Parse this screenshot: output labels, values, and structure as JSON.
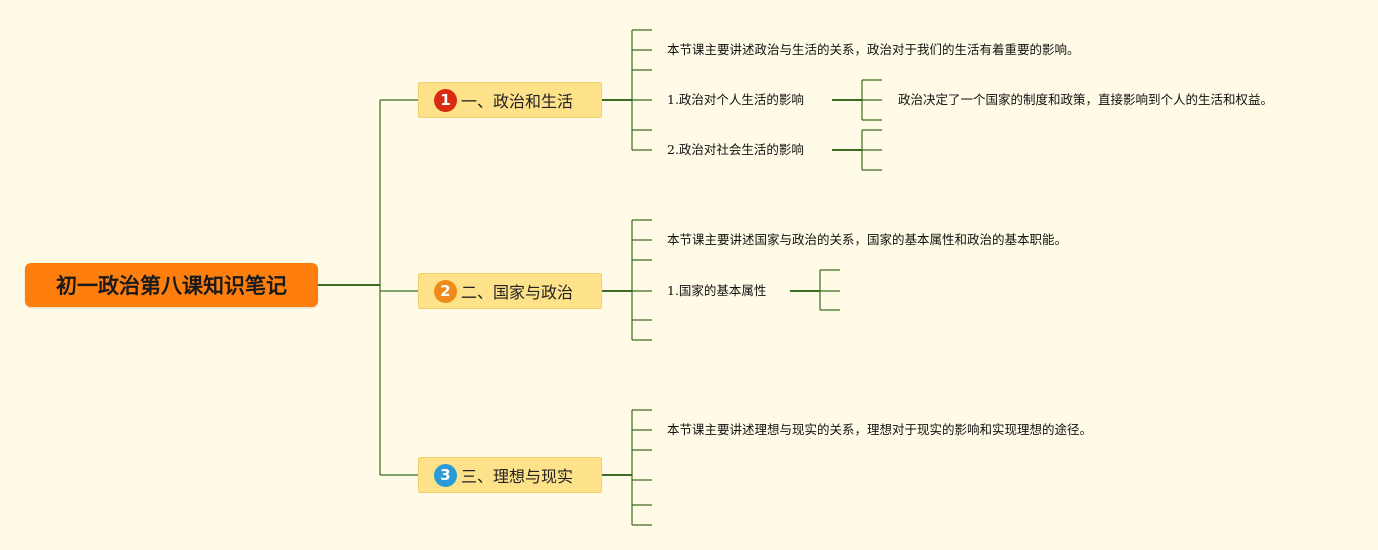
{
  "root": {
    "label": "初一政治第八课知识笔记"
  },
  "topics": [
    {
      "marker": "1",
      "label": "一、政治和生活",
      "summary": "本节课主要讲述政治与生活的关系，政治对于我们的生活有着重要的影响。",
      "subtopics": [
        {
          "label": "1.政治对个人生活的影响",
          "detail": "政治决定了一个国家的制度和政策，直接影响到个人的生活和权益。"
        },
        {
          "label": "2.政治对社会生活的影响"
        }
      ]
    },
    {
      "marker": "2",
      "label": "二、国家与政治",
      "summary": "本节课主要讲述国家与政治的关系，国家的基本属性和政治的基本职能。",
      "subtopics": [
        {
          "label": "1.国家的基本属性"
        }
      ]
    },
    {
      "marker": "3",
      "label": "三、理想与现实",
      "summary": "本节课主要讲述理想与现实的关系，理想对于现实的影响和实现理想的途径。",
      "subtopics": []
    }
  ],
  "colors": {
    "background": "#fffbe6",
    "root": "#ff7f0e",
    "topic": "#fde28a",
    "line": "#3d6b22",
    "marker_1": "#d92b0f",
    "marker_2": "#f08a1a",
    "marker_3": "#2a9bd6"
  }
}
